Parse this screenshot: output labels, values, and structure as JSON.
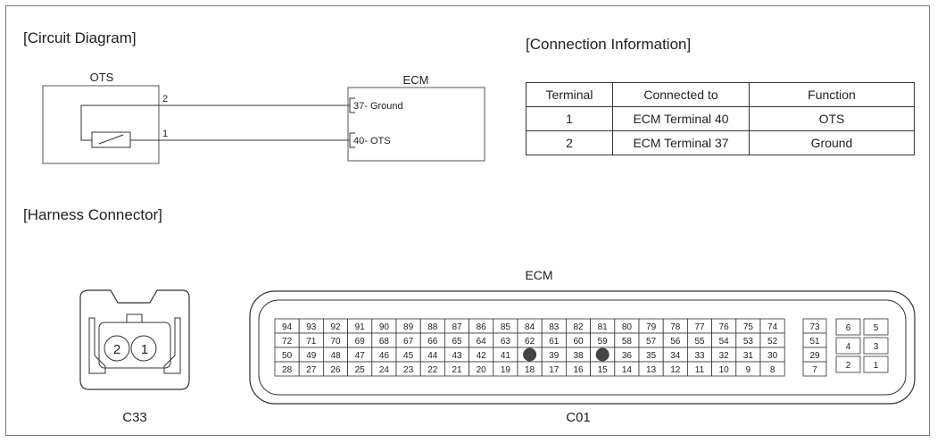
{
  "sections": {
    "circuit_diagram": "[Circuit Diagram]",
    "connection_information": "[Connection Information]",
    "harness_connector": "[Harness Connector]"
  },
  "circuit": {
    "sensor_name": "OTS",
    "ecm_name": "ECM",
    "sensor_pins": [
      "2",
      "1"
    ],
    "ecm_pins": [
      "37- Ground",
      "40- OTS"
    ]
  },
  "connection_table": {
    "headers": [
      "Terminal",
      "Connected to",
      "Function"
    ],
    "rows": [
      [
        "1",
        "ECM Terminal 40",
        "OTS"
      ],
      [
        "2",
        "ECM Terminal 37",
        "Ground"
      ]
    ]
  },
  "harness": {
    "left_connector": {
      "pins": [
        "2",
        "1"
      ],
      "label": "C33"
    },
    "ecm_connector": {
      "title": "ECM",
      "label": "C01",
      "filled_pins": [
        "37",
        "40"
      ],
      "main_rows": [
        [
          "94",
          "93",
          "92",
          "91",
          "90",
          "89",
          "88",
          "87",
          "86",
          "85",
          "84",
          "83",
          "82",
          "81",
          "80",
          "79",
          "78",
          "77",
          "76",
          "75",
          "74"
        ],
        [
          "72",
          "71",
          "70",
          "69",
          "68",
          "67",
          "66",
          "65",
          "64",
          "63",
          "62",
          "61",
          "60",
          "59",
          "58",
          "57",
          "56",
          "55",
          "54",
          "53",
          "52"
        ],
        [
          "50",
          "49",
          "48",
          "47",
          "46",
          "45",
          "44",
          "43",
          "42",
          "41",
          "40",
          "39",
          "38",
          "37",
          "36",
          "35",
          "34",
          "33",
          "32",
          "31",
          "30"
        ],
        [
          "28",
          "27",
          "26",
          "25",
          "24",
          "23",
          "22",
          "21",
          "20",
          "19",
          "18",
          "17",
          "16",
          "15",
          "14",
          "13",
          "12",
          "11",
          "10",
          "9",
          "8"
        ]
      ],
      "side_column": [
        "73",
        "51",
        "29",
        "7"
      ],
      "right_block": [
        [
          "6",
          "5"
        ],
        [
          "4",
          "3"
        ],
        [
          "2",
          "1"
        ]
      ]
    }
  }
}
